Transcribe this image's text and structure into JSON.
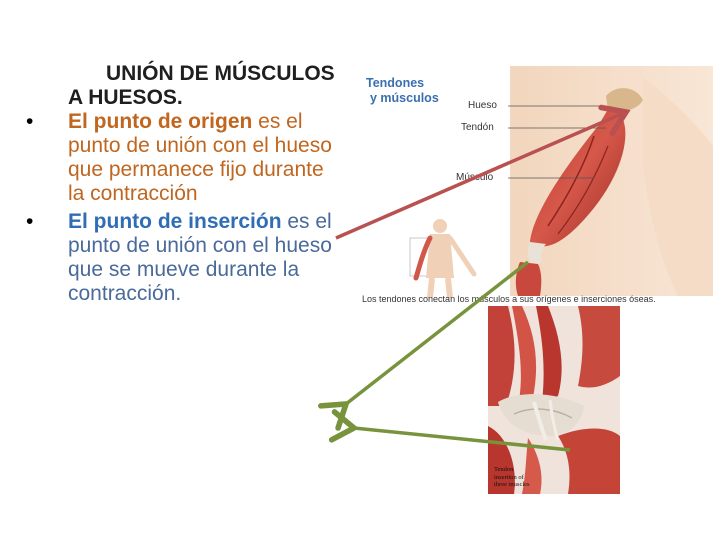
{
  "slide": {
    "title": "UNIÓN DE MÚSCULOS A HUESOS.",
    "bullets": [
      {
        "term": "El punto de origen",
        "rest": " es el punto de unión con el hueso que permanece fijo durante la contracción"
      },
      {
        "term": "El punto de inserción",
        "rest": " es el punto de unión con el hueso que se mueve durante la contracción."
      }
    ]
  },
  "figure_top": {
    "title_line1": "Tendones",
    "title_line2": "y músculos",
    "label_bone": "Hueso",
    "label_tendon": "Tendón",
    "label_muscle": "Músculo",
    "caption": "Los tendones conectan los músculos a sus orígenes e inserciones óseas."
  },
  "figure_bottom": {
    "caption": "Tendon\ninsertion of\nthree muscles"
  },
  "colors": {
    "arrow_red": "#b8514f",
    "arrow_green": "#77933c",
    "muscle": "#c8483e",
    "origin_text": "#c0661f",
    "insertion_term": "#2f6db5"
  }
}
